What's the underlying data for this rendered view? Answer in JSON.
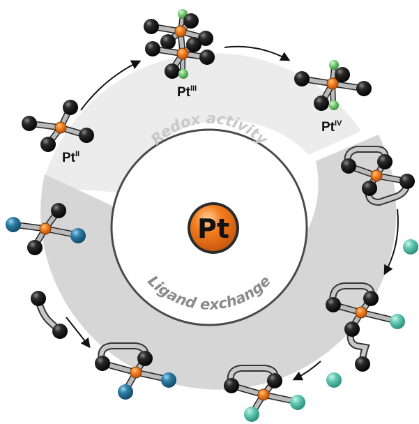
{
  "center_symbol": "Pt",
  "sections": {
    "redox": {
      "label": "Redox activity"
    },
    "ligand": {
      "label": "Ligand exchange"
    }
  },
  "states": {
    "pt2": {
      "base": "Pt",
      "sup": "II"
    },
    "pt3": {
      "base": "Pt",
      "sup": "III"
    },
    "pt4": {
      "base": "Pt",
      "sup": "IV"
    }
  },
  "colors": {
    "platinum": "#f47d1f",
    "ring_redox": "#ececec",
    "ring_ligand": "#d6d6d6",
    "ligand_black": "#1c1c1c",
    "ligand_blue": "#2d7fa8",
    "ligand_teal": "#5fc7b2",
    "ligand_green": "#7bd07a",
    "label_redox": "#c8c8c8",
    "label_ligand": "#8a8a8a"
  }
}
